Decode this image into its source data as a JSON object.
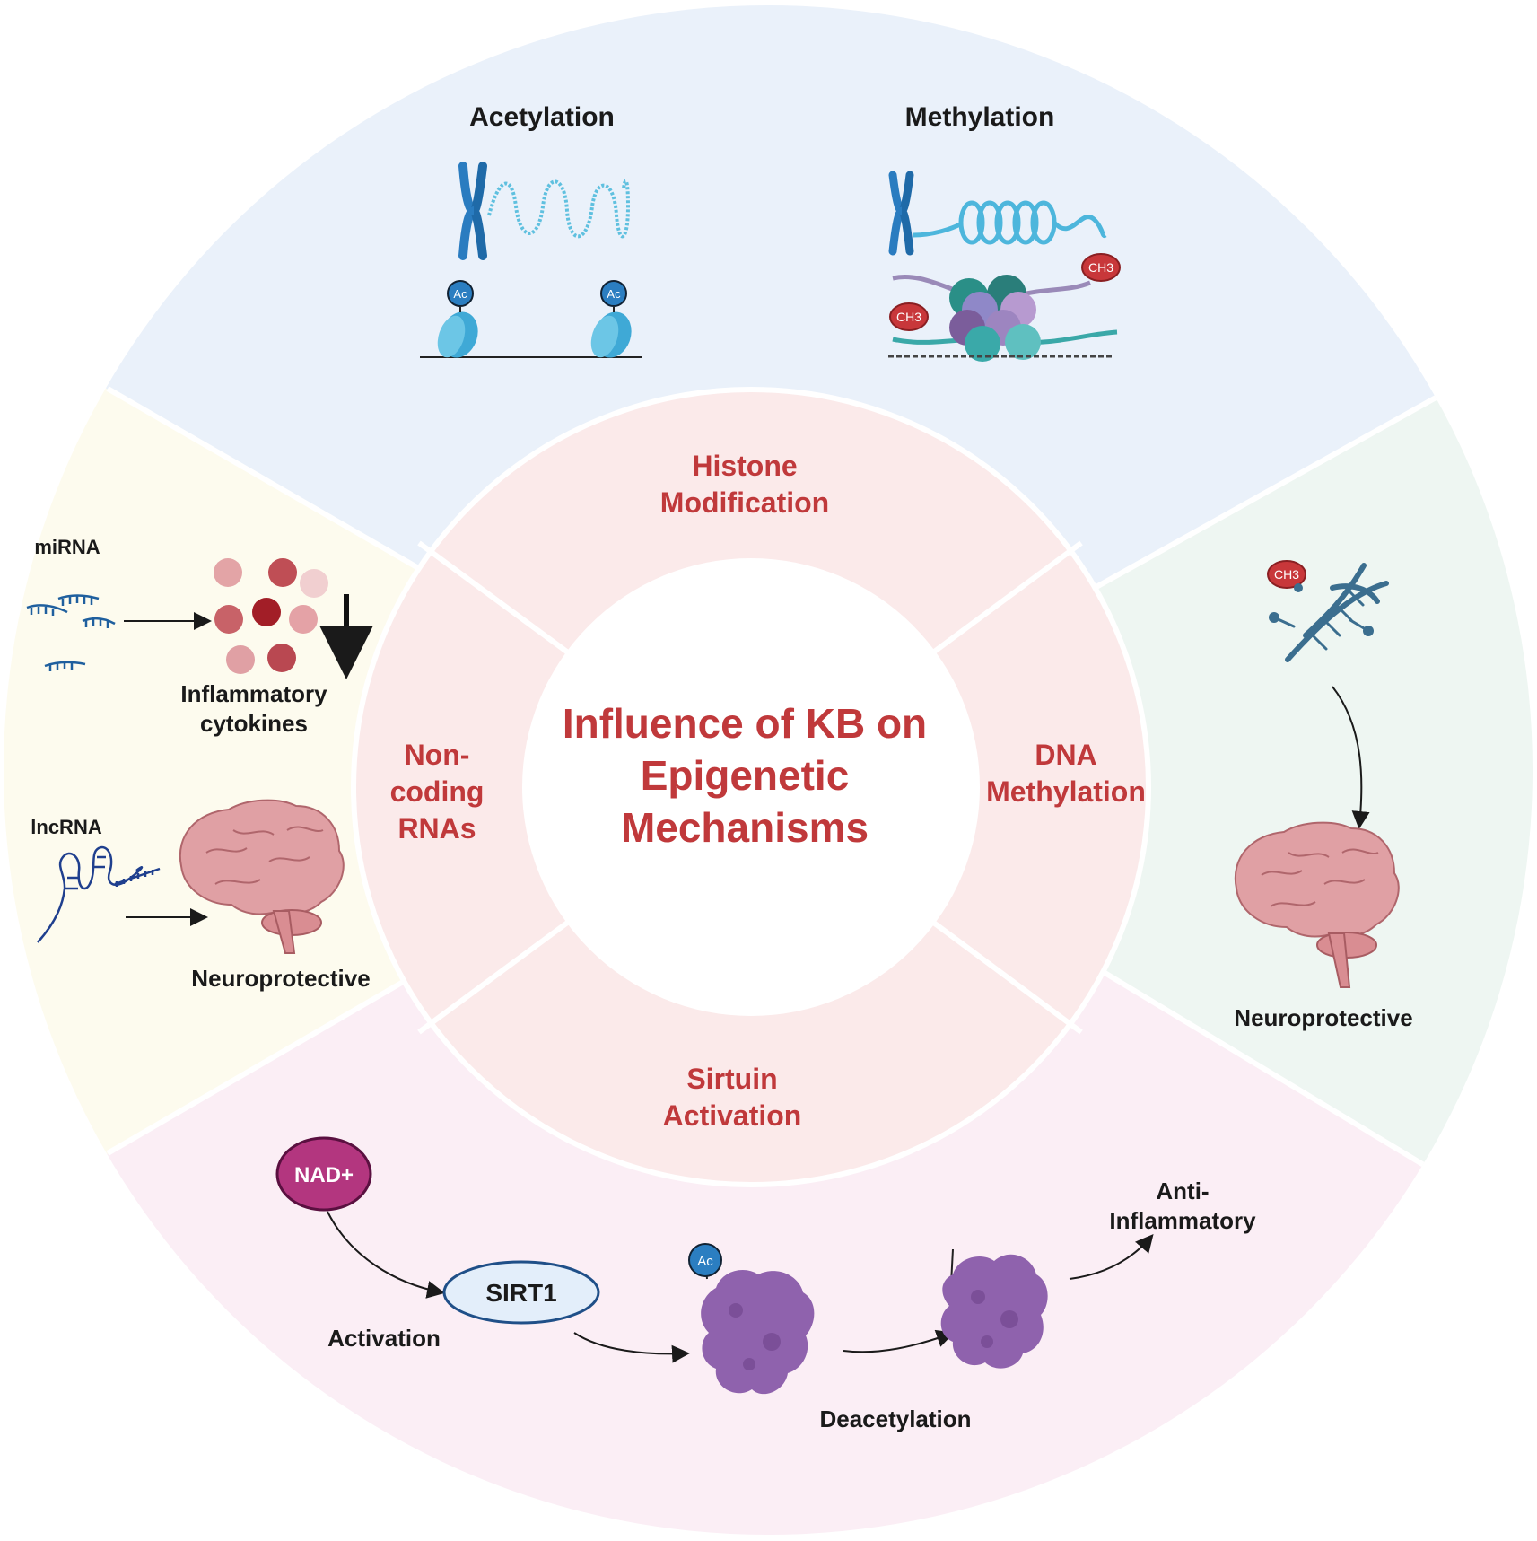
{
  "title": {
    "line1": "Influence of KB on",
    "line2": "Epigenetic",
    "line3": "Mechanisms"
  },
  "inner": {
    "histone": [
      "Histone",
      "Modification"
    ],
    "dna": [
      "DNA",
      "Methylation"
    ],
    "sirtuin": [
      "Sirtuin",
      "Activation"
    ],
    "noncoding": [
      "Non-",
      "coding",
      "RNAs"
    ]
  },
  "top": {
    "acetylation": "Acetylation",
    "methylation": "Methylation",
    "ac_tag": "Ac",
    "ch3_tag": "CH3"
  },
  "left": {
    "mirna": "miRNA",
    "lncrna": "lncRNA",
    "cytokines": [
      "Inflammatory",
      "cytokines"
    ],
    "neuroprotective": "Neuroprotective"
  },
  "right": {
    "ch3_tag": "CH3",
    "neuroprotective": "Neuroprotective"
  },
  "bottom": {
    "nad": "NAD+",
    "sirt1": "SIRT1",
    "activation": "Activation",
    "ac_tag": "Ac",
    "deacetylation": "Deacetylation",
    "anti": [
      "Anti-",
      "Inflammatory"
    ]
  },
  "colors": {
    "top_sector": "#eaf1fa",
    "right_sector": "#eef6f2",
    "bottom_sector": "#fbeef5",
    "left_sector": "#fdfbee",
    "inner_ring": "#fbeaea",
    "title_red": "#c0393b",
    "nad_fill": "#b3367f",
    "sirt1_fill": "#e3eefa",
    "tag_blue": "#2b7ec1",
    "tag_red": "#c8373a",
    "protein": "#8f62ad",
    "brain": "#e0a0a4"
  }
}
